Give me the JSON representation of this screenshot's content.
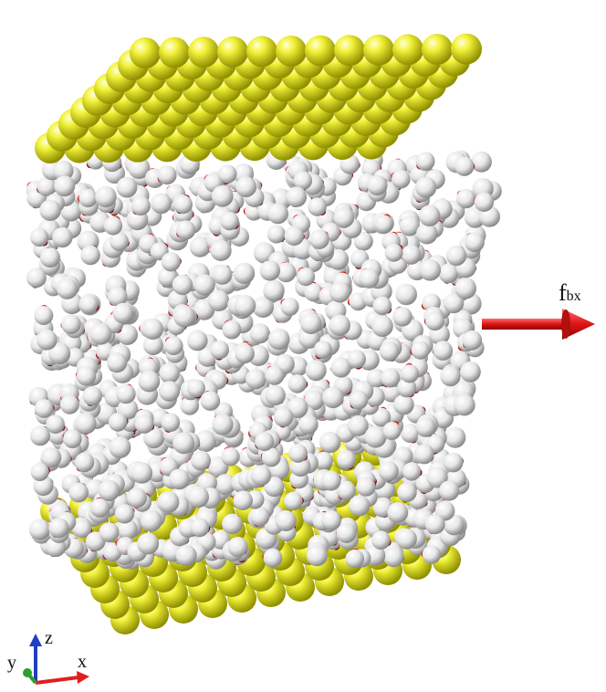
{
  "figure": {
    "force_label": {
      "main": "f",
      "subscript": "bx"
    },
    "axes": {
      "x": "x",
      "y": "y",
      "z": "z"
    },
    "colors": {
      "background": "#ffffff",
      "wall_atom": "#e5e51f",
      "oxygen_atom": "#e01010",
      "hydrogen_atom": "#eeeeee",
      "force_arrow": "#dd1515",
      "axis_x": "#e02020",
      "axis_y": "#2ca02c",
      "axis_z": "#1f3fbf"
    },
    "icons": [
      "force-arrow-icon",
      "axis-triad-icon"
    ]
  }
}
